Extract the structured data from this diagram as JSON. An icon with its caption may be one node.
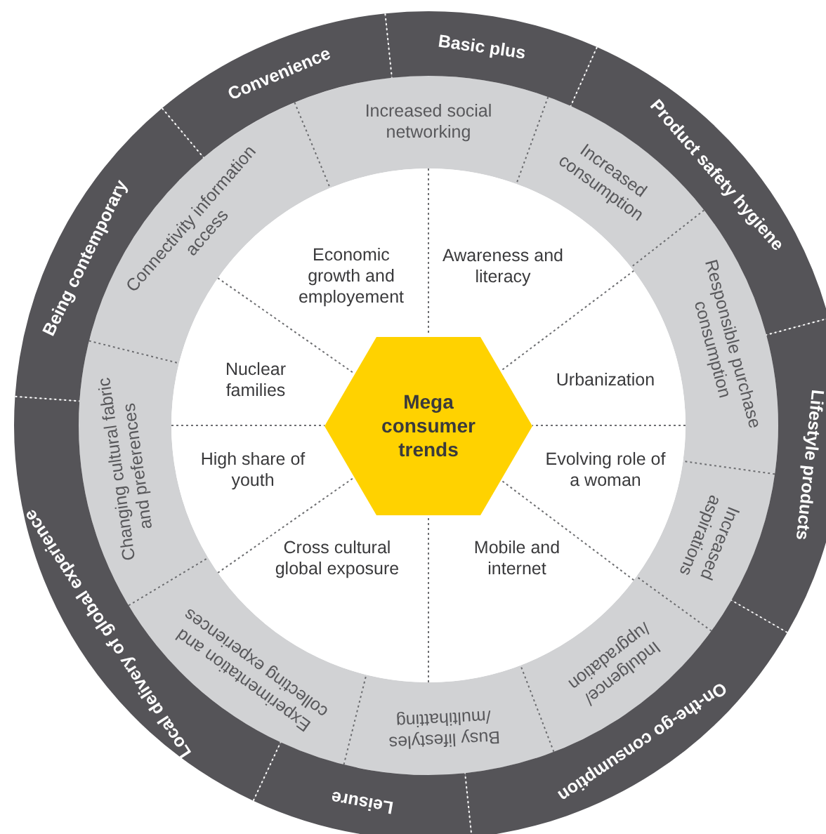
{
  "diagram": {
    "nodes": [
      {
        "text": [
          "Mega consumer trends"
        ]
      },
      {
        "text": [
          "Economic growth and employement"
        ]
      },
      {
        "text": [
          "Awareness and literacy"
        ]
      },
      {
        "text": [
          "Urbanization"
        ]
      },
      {
        "text": [
          "Evolving role of a woman"
        ]
      },
      {
        "text": [
          "Mobile and internet"
        ]
      },
      {
        "text": [
          "Cross cultural global exposure"
        ]
      },
      {
        "text": [
          "High share of youth"
        ]
      },
      {
        "text": [
          "Nuclear families"
        ]
      },
      {
        "text": [
          "Connectivity information access"
        ]
      },
      {
        "text": [
          "Increased social networking"
        ]
      },
      {
        "text": [
          "Increased consumption"
        ]
      },
      {
        "text": [
          "Responsible purchase consumption"
        ]
      },
      {
        "text": [
          "Increased aspirations"
        ]
      },
      {
        "text": [
          "Indulgence/ /upgradation"
        ]
      },
      {
        "text": [
          "Busy lifestyles /multihatting"
        ]
      },
      {
        "text": [
          "Experimentation and collecting experiences"
        ]
      },
      {
        "text": [
          "Changing cultural fabric and preferences"
        ]
      },
      {
        "text": [
          "Being contemporary"
        ]
      },
      {
        "text": [
          "Convenience"
        ]
      },
      {
        "text": [
          "Basic plus"
        ]
      },
      {
        "text": [
          "Product safety hygiene"
        ]
      },
      {
        "text": [
          "Lifestyle products"
        ]
      },
      {
        "text": [
          "On-the-go consumption"
        ]
      },
      {
        "text": [
          "Leisure"
        ]
      },
      {
        "text": [
          "Local delivery of global experience"
        ]
      }
    ]
  }
}
